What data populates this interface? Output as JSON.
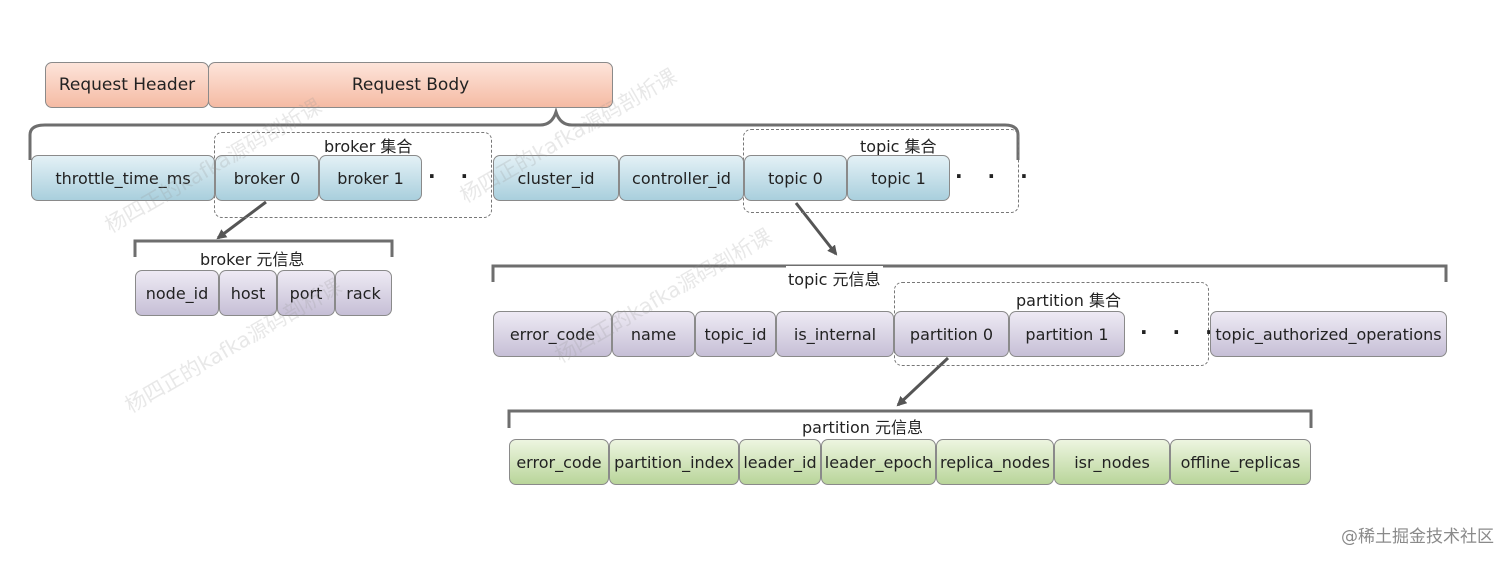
{
  "request": {
    "header": "Request Header",
    "body": "Request Body"
  },
  "top_fields": {
    "throttle": "throttle_time_ms",
    "broker0": "broker 0",
    "broker1": "broker 1",
    "cluster_id": "cluster_id",
    "controller_id": "controller_id",
    "topic0": "topic 0",
    "topic1": "topic 1"
  },
  "labels": {
    "broker_set": "broker 集合",
    "topic_set": "topic 集合",
    "broker_meta": "broker 元信息",
    "topic_meta": "topic 元信息",
    "partition_set": "partition 集合",
    "partition_meta": "partition 元信息",
    "ellipsis": "· · ·"
  },
  "broker_fields": [
    "node_id",
    "host",
    "port",
    "rack"
  ],
  "topic_fields": {
    "error_code": "error_code",
    "name": "name",
    "topic_id": "topic_id",
    "is_internal": "is_internal",
    "partition0": "partition 0",
    "partition1": "partition 1",
    "auth_ops": "topic_authorized_operations"
  },
  "partition_fields": [
    "error_code",
    "partition_index",
    "leader_id",
    "leader_epoch",
    "replica_nodes",
    "isr_nodes",
    "offline_replicas"
  ],
  "watermarks": [
    "杨四正的kafka源码剖析课",
    "杨四正的kafka源码剖析课",
    "杨四正的kafka源码剖析课",
    "杨四正的kafka源码剖析课"
  ],
  "credit": "@稀土掘金技术社区",
  "colors": {
    "request": "#f5bba4",
    "top": "#a9cfdd",
    "meta": "#c6bfd6",
    "partition_meta": "#b9d59a"
  }
}
